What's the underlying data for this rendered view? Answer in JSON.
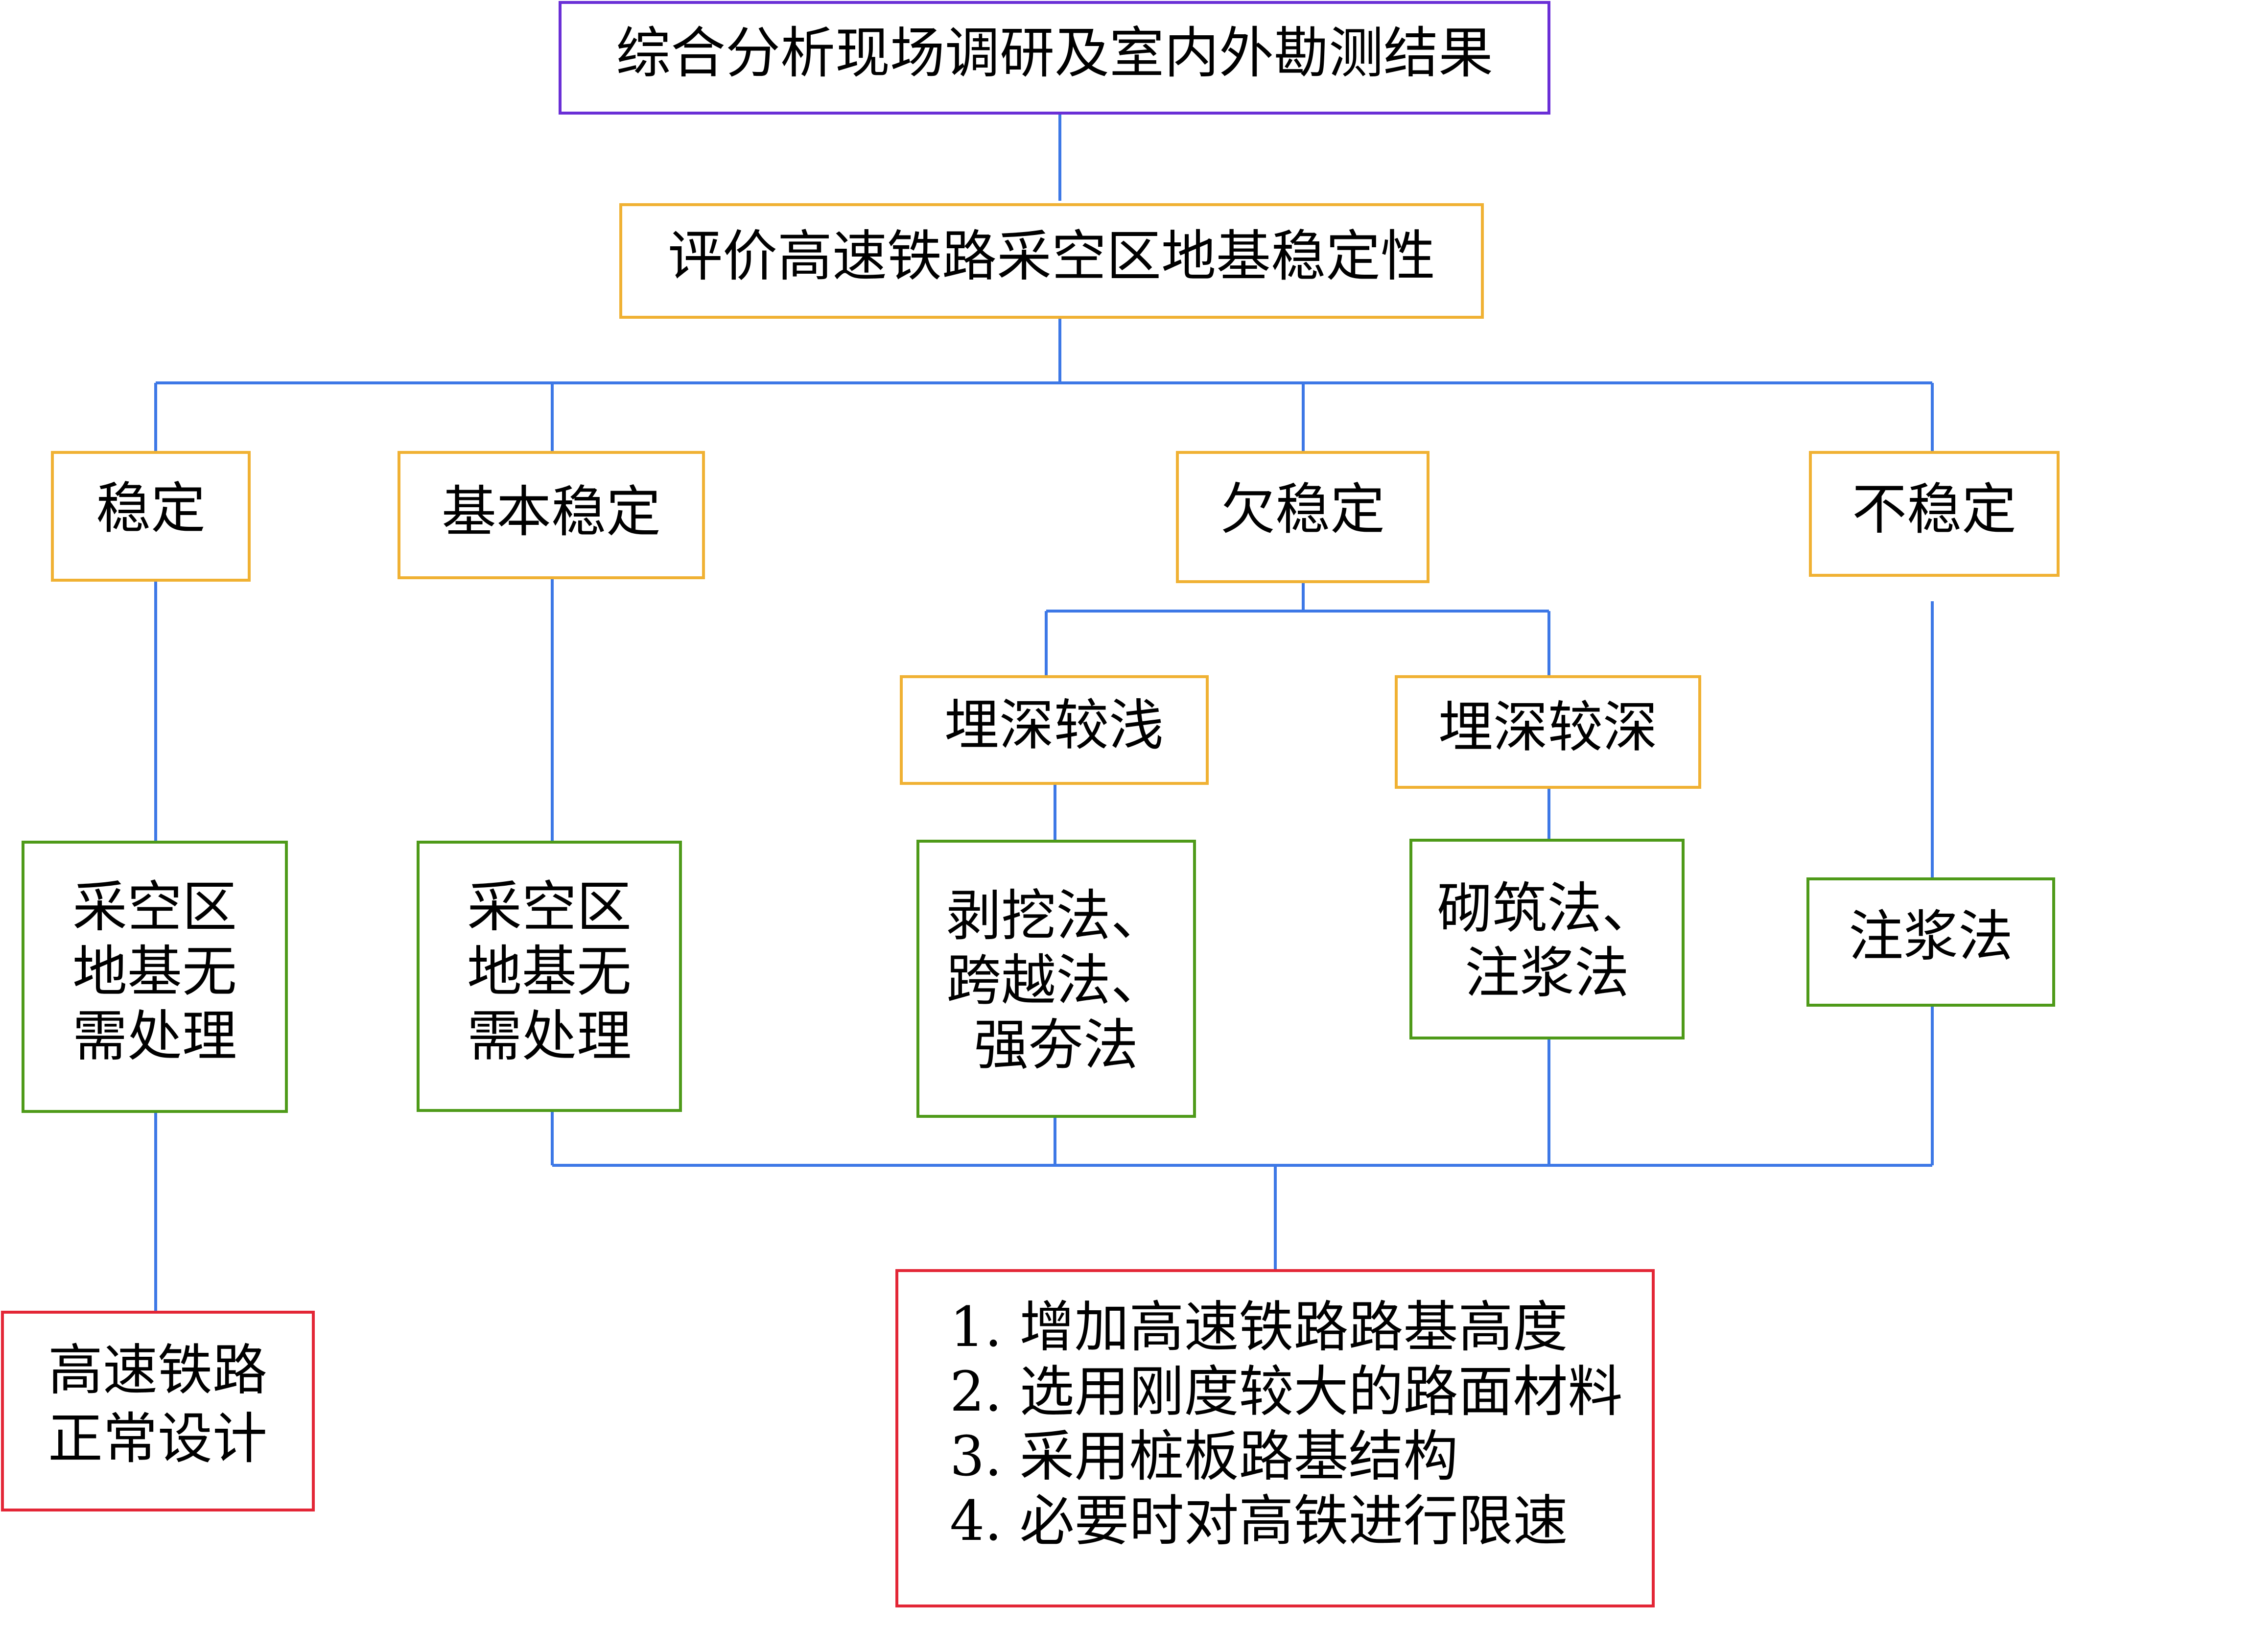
{
  "colors": {
    "connector": "#3d78e6",
    "border_purple": "#6a2fd6",
    "border_orange": "#f0b133",
    "border_green": "#4e9a19",
    "border_red": "#e32636"
  },
  "nodes": {
    "summary": [
      "综合分析现场调研及室内外勘测结果"
    ],
    "evaluate": [
      "评价高速铁路采空区地基稳定性"
    ],
    "stable": [
      "稳定"
    ],
    "basic_stable": [
      "基本稳定"
    ],
    "under_stable": [
      "欠稳定"
    ],
    "unstable": [
      "不稳定"
    ],
    "shallow": [
      "埋深较浅"
    ],
    "deep": [
      "埋深较深"
    ],
    "no_treat_1": [
      "采空区",
      "地基无",
      "需处理"
    ],
    "no_treat_2": [
      "采空区",
      "地基无",
      "需处理"
    ],
    "methods_shallow": [
      "剥挖法、",
      "跨越法、",
      "强夯法"
    ],
    "methods_deep": [
      "砌筑法、",
      "注浆法"
    ],
    "method_grout": [
      "注浆法"
    ],
    "normal_design": [
      "高速铁路",
      "正常设计"
    ],
    "measures": [
      "1.  增加高速铁路路基高度",
      "2.  选用刚度较大的路面材料",
      "3.  采用桩板路基结构",
      "4.  必要时对高铁进行限速"
    ]
  }
}
